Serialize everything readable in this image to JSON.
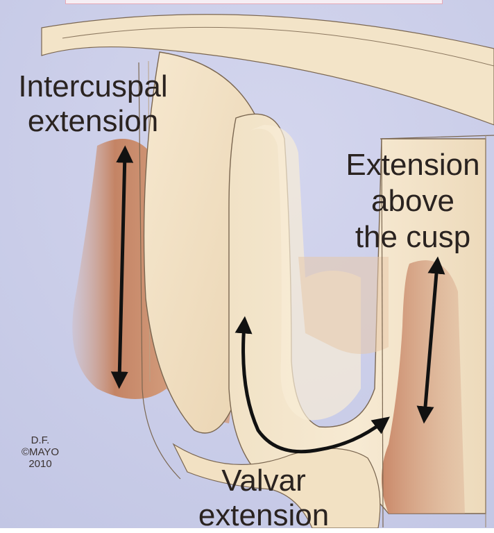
{
  "labels": {
    "intercuspal": [
      "Intercuspal",
      "extension"
    ],
    "above_cusp": [
      "Extension",
      "above",
      "the cusp"
    ],
    "valvar": [
      "Valvar",
      "extension"
    ],
    "credit": [
      "D.F.",
      "©MAYO",
      "2010"
    ]
  },
  "colors": {
    "background": "#c9cde8",
    "tissue": "#f4e6cc",
    "tissue_shadow": "#e6cfac",
    "myocardium": "#c98a6a",
    "outline": "#6b5a48",
    "arrow": "#111111"
  }
}
